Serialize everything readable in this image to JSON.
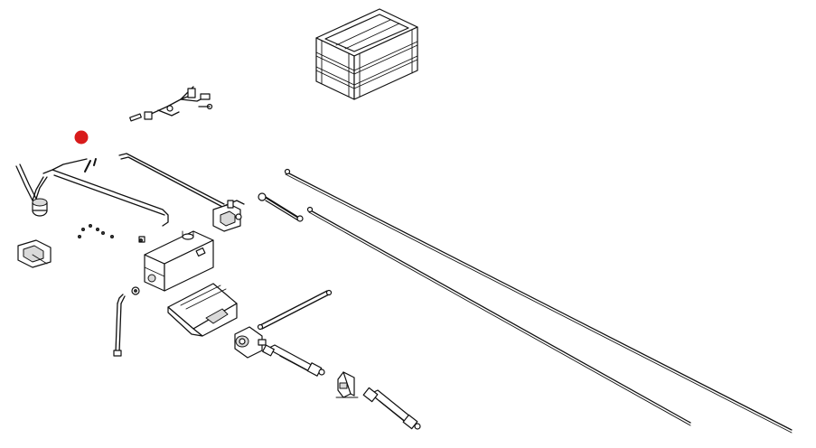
{
  "diagram": {
    "type": "exploded-parts-view",
    "background_color": "#ffffff",
    "line_color": "#111111",
    "highlight_marker": {
      "color": "#d81b1b",
      "shape": "circle"
    },
    "parts": [
      {
        "name": "crate"
      },
      {
        "name": "wire-harness"
      },
      {
        "name": "fuel-line-assembly"
      },
      {
        "name": "mounting-bracket"
      },
      {
        "name": "long-control-rod-upper"
      },
      {
        "name": "long-control-rod-lower"
      },
      {
        "name": "hydraulic-cylinder"
      },
      {
        "name": "oil-tank"
      },
      {
        "name": "tank-support-frame"
      },
      {
        "name": "vertical-hose"
      },
      {
        "name": "hydraulic-pump"
      },
      {
        "name": "pto-shaft-upper"
      },
      {
        "name": "pto-shaft-lower"
      },
      {
        "name": "pivot-bracket"
      },
      {
        "name": "short-link-rod"
      },
      {
        "name": "small-bracket-left"
      },
      {
        "name": "hardware-bolts"
      },
      {
        "name": "highlighted-pin"
      }
    ]
  }
}
